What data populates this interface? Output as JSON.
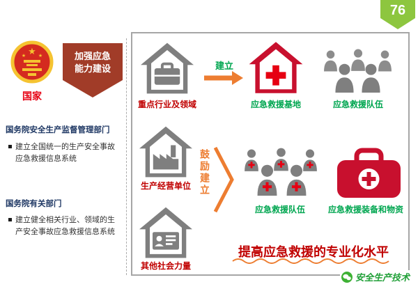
{
  "page_badge": "76",
  "left_panel": {
    "nation": "国家",
    "banner_line1": "加强应急",
    "banner_line2": "能力建设",
    "section1_heading": "国务院安全生产监督管理部门",
    "section1_bullet": "建立全国统一的生产安全事故应急救援信息系统",
    "section2_heading": "国务院有关部门",
    "section2_bullet": "建立健全相关行业、领域的生产安全事故应急救援信息系统"
  },
  "diagram": {
    "row1": {
      "source": "重点行业及领域",
      "arrow": "建立",
      "base": "应急救援基地",
      "team": "应急救援队伍"
    },
    "row2": {
      "source": "生产经营单位",
      "arrow": "鼓励建立",
      "team": "应急救援队伍",
      "equipment": "应急救援装备和物资"
    },
    "row3": {
      "source": "其他社会力量"
    },
    "footer": "提高应急救援的专业化水平"
  },
  "watermark": "安全生产技术",
  "colors": {
    "badge_green": "#8DC63F",
    "banner_maroon": "#A13C28",
    "label_red": "#C00000",
    "label_green": "#00A650",
    "accent_orange": "#ED7D31",
    "heading_navy": "#1F3864",
    "icon_gray": "#7F7F7F",
    "cross_red": "#E60012"
  }
}
